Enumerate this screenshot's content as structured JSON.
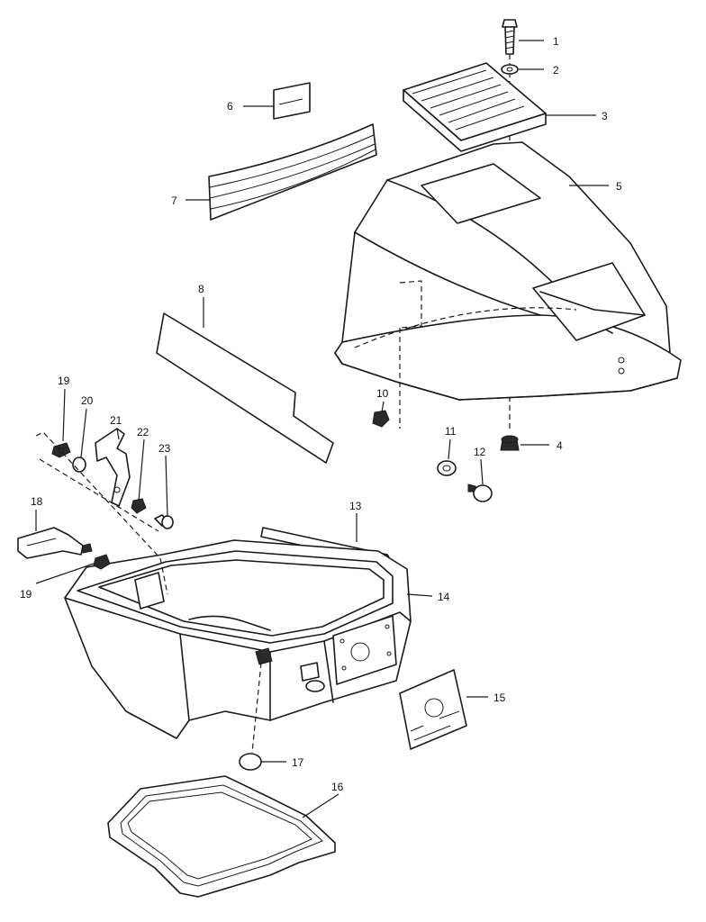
{
  "callouts": [
    {
      "id": "1",
      "label": "1"
    },
    {
      "id": "2",
      "label": "2"
    },
    {
      "id": "3",
      "label": "3"
    },
    {
      "id": "4",
      "label": "4"
    },
    {
      "id": "5",
      "label": "5"
    },
    {
      "id": "6",
      "label": "6"
    },
    {
      "id": "7",
      "label": "7"
    },
    {
      "id": "8",
      "label": "8"
    },
    {
      "id": "10",
      "label": "10"
    },
    {
      "id": "11",
      "label": "11"
    },
    {
      "id": "12",
      "label": "12"
    },
    {
      "id": "13",
      "label": "13"
    },
    {
      "id": "14",
      "label": "14"
    },
    {
      "id": "15",
      "label": "15"
    },
    {
      "id": "16",
      "label": "16"
    },
    {
      "id": "17",
      "label": "17"
    },
    {
      "id": "18",
      "label": "18"
    },
    {
      "id": "19a",
      "label": "19"
    },
    {
      "id": "19b",
      "label": "19"
    },
    {
      "id": "20",
      "label": "20"
    },
    {
      "id": "21",
      "label": "21"
    },
    {
      "id": "22",
      "label": "22"
    },
    {
      "id": "23",
      "label": "23"
    }
  ],
  "colors": {
    "ink": "#1a1a1a",
    "paper": "#ffffff"
  }
}
